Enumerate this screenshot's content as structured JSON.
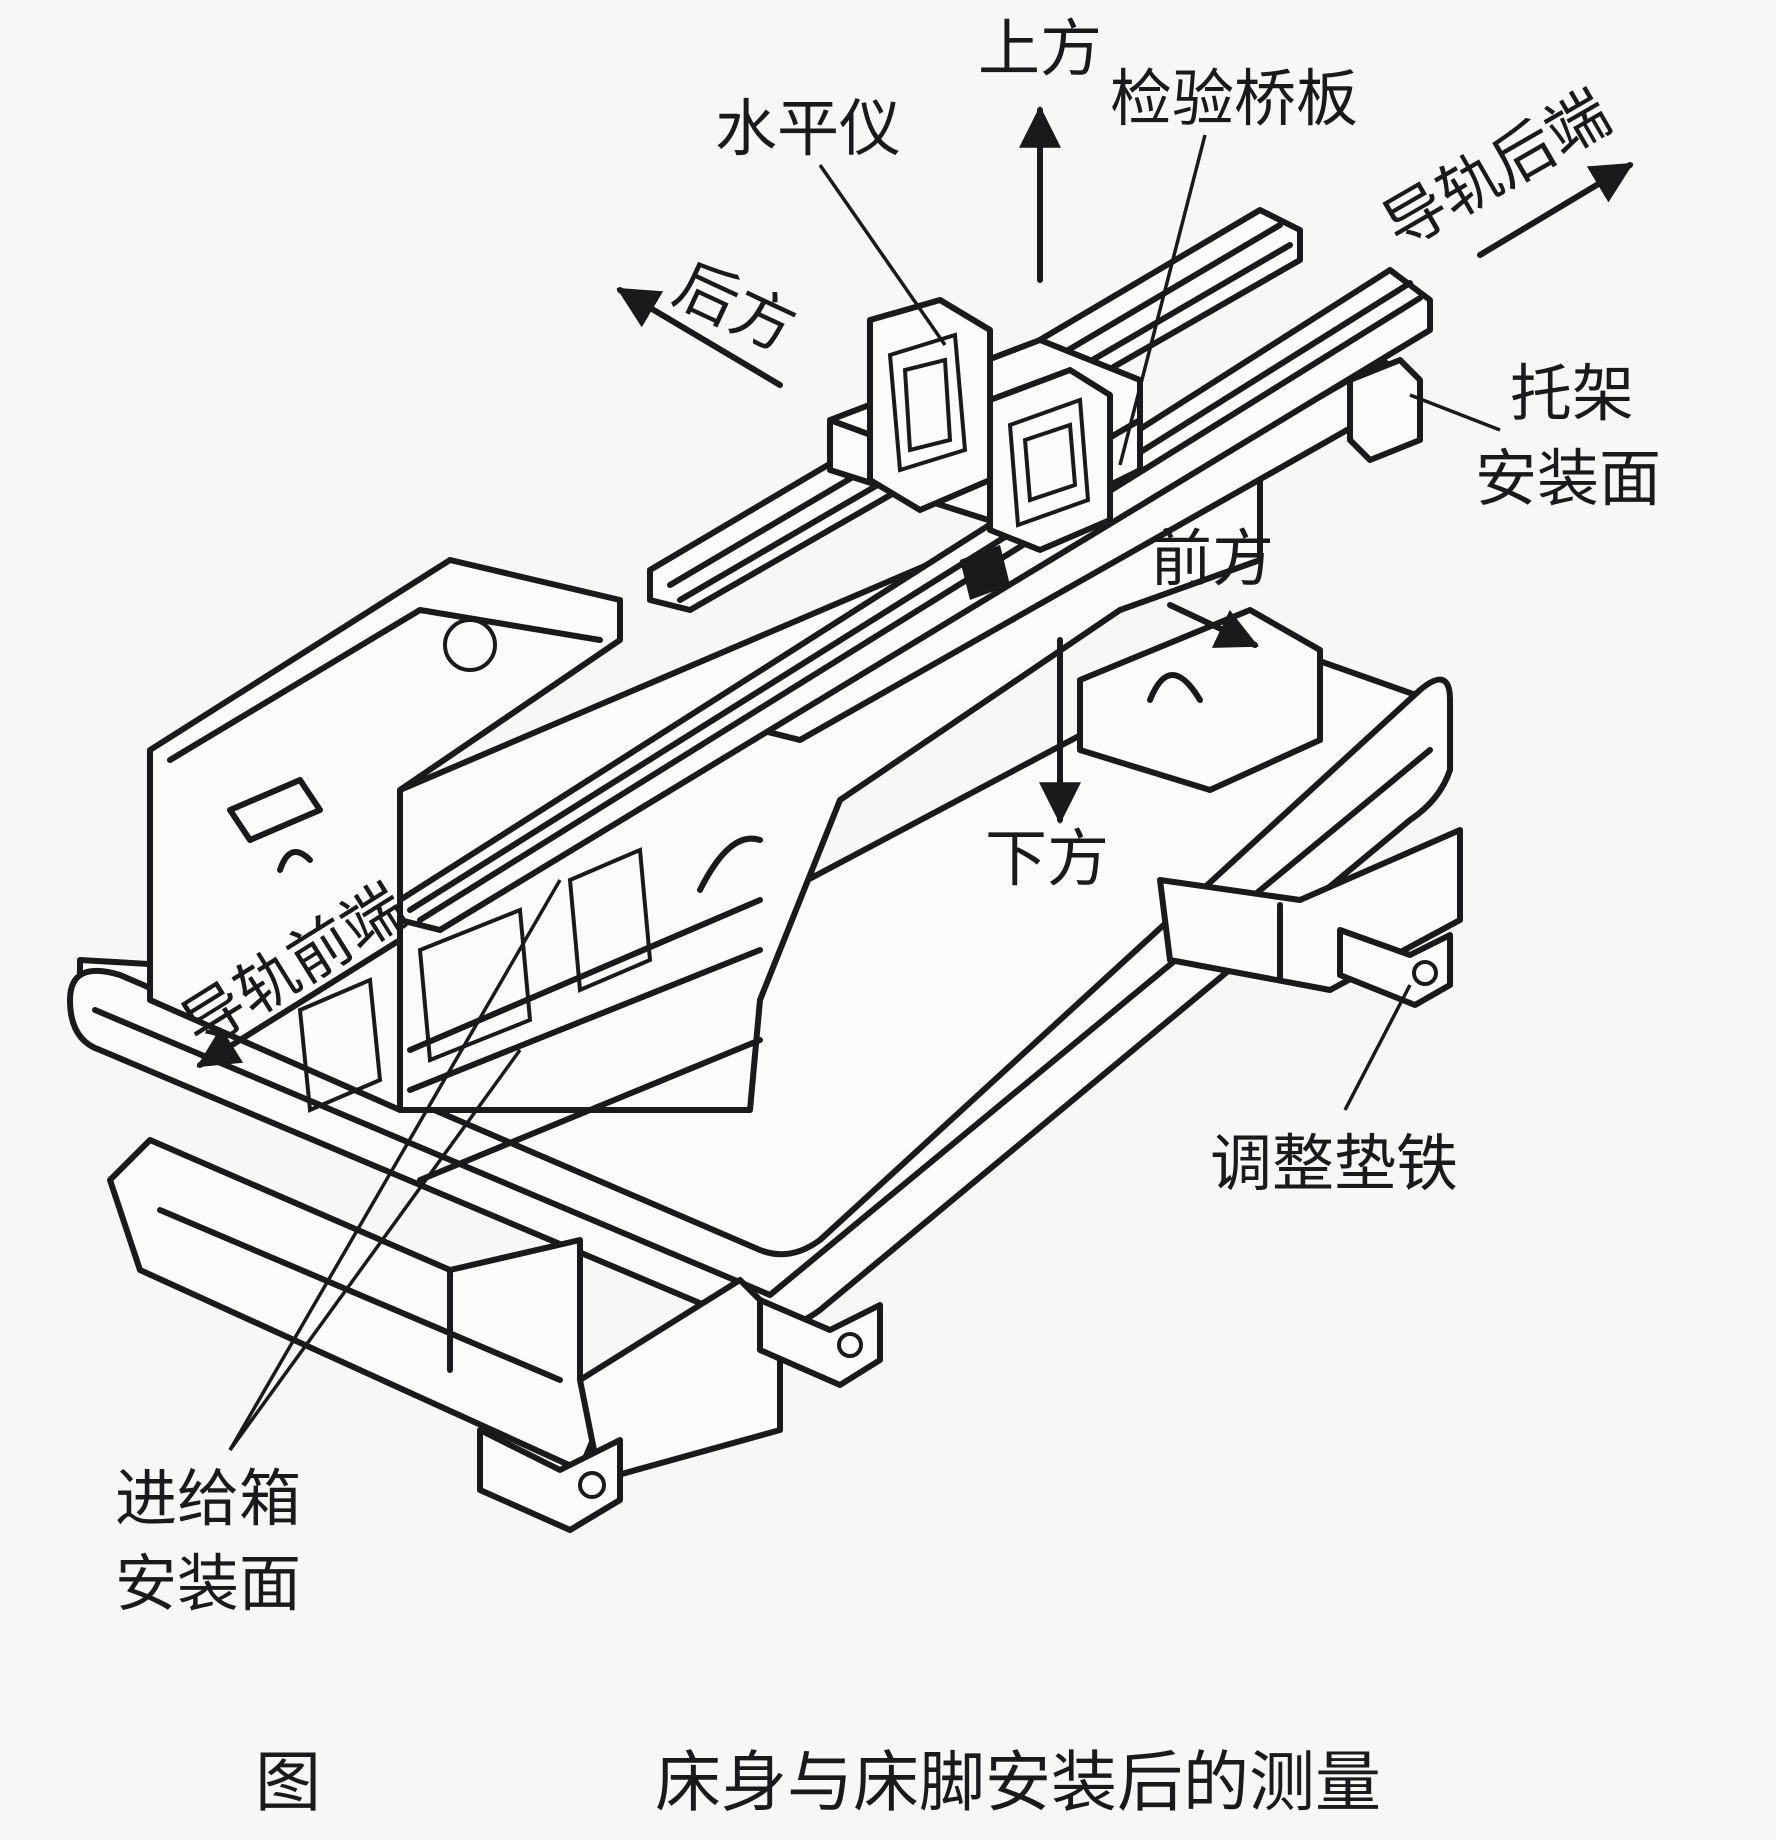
{
  "labels": {
    "shui_ping_yi": "水平仪",
    "shang_fang": "上方",
    "jian_yan_qiao_ban": "检验桥板",
    "dao_gui_hou_duan": "导轨后端",
    "hou_fang": "后方",
    "tuo_jia_1": "托架",
    "tuo_jia_2": "安装面",
    "qian_fang": "前方",
    "xia_fang": "下方",
    "dao_gui_qian_duan": "导轨前端",
    "tiao_zheng_dian_tie": "调整垫铁",
    "jin_gei_xiang_1": "进给箱",
    "jin_gei_xiang_2": "安装面"
  },
  "caption": {
    "prefix": "图",
    "title": "床身与床脚安装后的测量"
  },
  "colors": {
    "ink": "#1a1a1a",
    "paper": "#f7f7f5"
  }
}
